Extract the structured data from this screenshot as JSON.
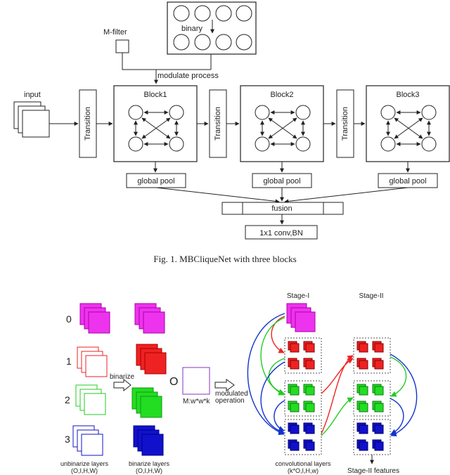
{
  "figure1": {
    "mfilter_label": "M-filter",
    "binary_label": "binary",
    "modulate_label": "modulate process",
    "input_label": "input",
    "transition_label": "Transition",
    "blocks": [
      "Block1",
      "Block2",
      "Block3"
    ],
    "global_pool_label": "global pool",
    "fusion_label": "fusion",
    "conv_label": "1x1 conv,BN",
    "caption": "Fig. 1. MBCliqueNet with three blocks"
  },
  "figure2": {
    "stage1_label": "Stage-I",
    "stage2_label": "Stage-II",
    "layer_numbers": [
      "0",
      "1",
      "2",
      "3"
    ],
    "binarize_label": "binarize",
    "operator_symbol": "O",
    "mfilter_dims": "M:w*w*k",
    "modulated_label": [
      "modulated",
      "operation"
    ],
    "unbinarize_label": [
      "unbinarize layers",
      "(O,I,H,W)"
    ],
    "binarize_layers_label": [
      "binarize layers",
      "(O,I,H,W)"
    ],
    "conv_layers_label": [
      "convolutional layers",
      "(k*O,I,H,w)"
    ],
    "stage2_features_label": "Stage-II features"
  },
  "colors": {
    "magenta": "#ee33ee",
    "red": "#ee2222",
    "green": "#22dd22",
    "blue": "#1111cc",
    "line": "#222222",
    "mfilter_box": "#9955cc"
  }
}
